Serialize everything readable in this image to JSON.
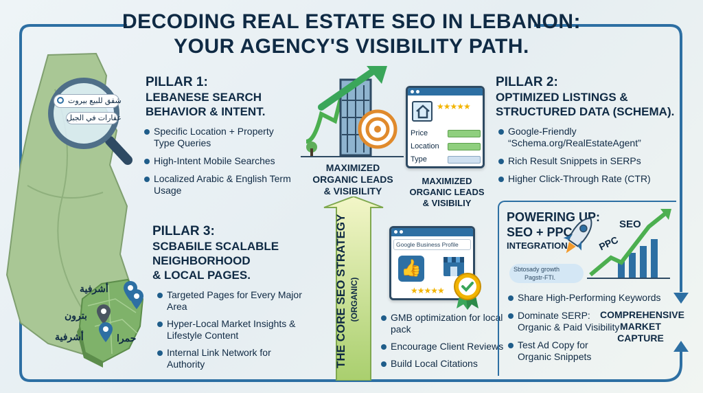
{
  "title": {
    "line1": "DECODING REAL ESTATE SEO IN LEBANON:",
    "line2": "YOUR AGENCY'S VISIBILITY PATH."
  },
  "pillar1": {
    "label": "PILLAR 1:",
    "line1": "LEBANESE SEARCH",
    "line2": "BEHAVIOR & INTENT.",
    "search_terms": [
      "شقق للبيع بيروت",
      "عقارات في الجبل"
    ],
    "bullets": [
      "Specific Location + Property Type Queries",
      "High-Intent Mobile Searches",
      "Localized Arabic & English Term Usage"
    ]
  },
  "pillar2": {
    "label": "PILLAR 2:",
    "line1": "OPTIMIZED LISTINGS &",
    "line2": "STRUCTURED DATA (SCHEMA).",
    "form_fields": [
      "Price",
      "Location",
      "Type"
    ],
    "bullets": [
      "Google-Friendly “Schema.org/RealEstateAgent”",
      "Rich Result Snippets in SERPs",
      "Higher Click-Through Rate (CTR)"
    ],
    "caption_lines": [
      "MAXIMIZED",
      "ORGANIC LEADS",
      "& VISIBILIY"
    ]
  },
  "pillar3": {
    "label": "PILLAR 3:",
    "line1": "SCBAбILE SCALABLE",
    "line2": "NEIGHBORHOOD",
    "line3": "& LOCAL PAGES.",
    "map_labels": [
      "أشرفية",
      "بترون",
      "أشرفية",
      "حمرا"
    ],
    "bullets": [
      "Targeted Pages for Every Major Area",
      "Hyper-Local Market Insights & Lifestyle Content",
      "Internal Link Network for Authority"
    ]
  },
  "center": {
    "caption_lines": [
      "MAXIMIZED",
      "ORGANIC LEADS",
      "& VISIBILITY"
    ],
    "arrow_text": "THE CORE SEO STRATEGY",
    "arrow_sub": "(ORGANIC)"
  },
  "gmb": {
    "browser_title": "Google Business Profile",
    "bullets": [
      "GMB optimization for local pack",
      "Encourage Client Reviews",
      "Build Local Citations"
    ]
  },
  "ppc": {
    "line1": "POWERING UP:",
    "line2": "SEO + PPC",
    "line3": "INTEGRATION",
    "chart_labels": [
      "SEO",
      "PPC"
    ],
    "smudge_lines": [
      "Sbtosady growth",
      "Pagstr-FTI."
    ],
    "bullets": [
      "Share High-Performing Keywords",
      "Dominate SERP: Organic & Paid Visibility",
      "Test Ad Copy for Organic Snippets"
    ]
  },
  "capture": {
    "line1": "COMPREHENSIVE",
    "line2": "MARKET",
    "line3": "CAPTURE"
  },
  "colors": {
    "navy": "#0f2a44",
    "frame_blue": "#2d6fa3",
    "map_green": "#9cc089",
    "accent_green": "#4caf50",
    "gold": "#f2b400"
  }
}
